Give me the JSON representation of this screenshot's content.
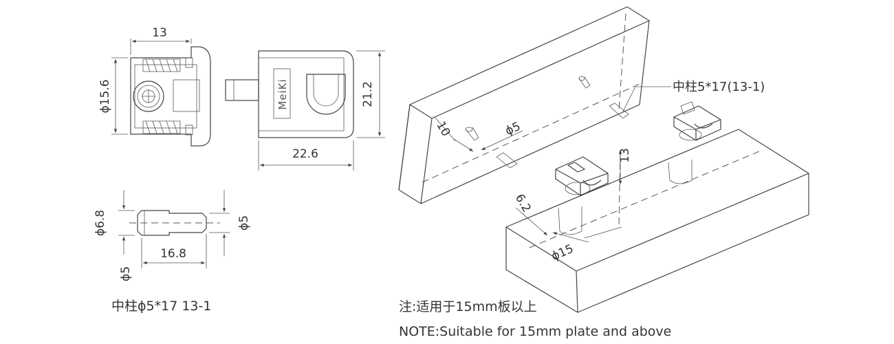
{
  "top_view": {
    "width_label": "13",
    "diameter_label": "ϕ15.6"
  },
  "side_view": {
    "brand": "MeiKi",
    "height_label": "21.2",
    "width_label": "22.6"
  },
  "pin_view": {
    "head_diameter_label": "ϕ6.8",
    "shaft_diameter_label": "ϕ5",
    "length_label": "16.8",
    "base_diameter_label": "ϕ5",
    "caption": "中柱ϕ5*17  13-1"
  },
  "assembly": {
    "edge_offset_label": "10",
    "hole_diameter_label": "ϕ5",
    "pin_callout": "中柱5*17(13-1)",
    "depth_label": "13",
    "edge_offset_2_label": "6.2",
    "bore_diameter_label": "ϕ15"
  },
  "notes": {
    "cn": "注:适用于15mm板以上",
    "en": "NOTE:Suitable for 15mm plate and above"
  }
}
